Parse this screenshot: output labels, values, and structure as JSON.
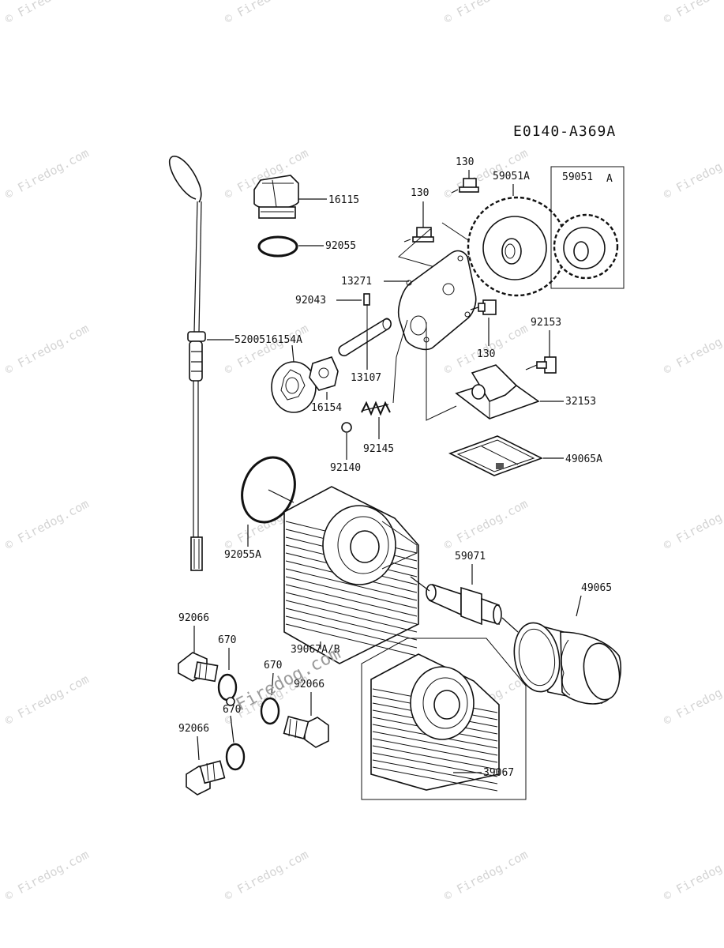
{
  "diagram_code": "E0140-A369A",
  "watermark_text": "© Firedog.com",
  "watermark_overlay_text": "Firedog.com",
  "labels": {
    "p16115": "16115",
    "p92055": "92055",
    "p130a": "130",
    "p130b": "130",
    "p59051A": "59051A",
    "p59051": "59051",
    "pA": "A",
    "p13271": "13271",
    "p92043": "92043",
    "p16154A": "16154A",
    "p52005": "52005",
    "p130c": "130",
    "p92153": "92153",
    "p13107": "13107",
    "p16154": "16154",
    "p32153": "32153",
    "p92145": "92145",
    "p92140": "92140",
    "p49065A": "49065A",
    "p92055A": "92055A",
    "p59071": "59071",
    "p49065": "49065",
    "p92066a": "92066",
    "p670a": "670",
    "p670b": "670",
    "p92066b": "92066",
    "p670c": "670",
    "p39067AB": "39067A/B",
    "p92066c": "92066",
    "p39067": "39067"
  }
}
